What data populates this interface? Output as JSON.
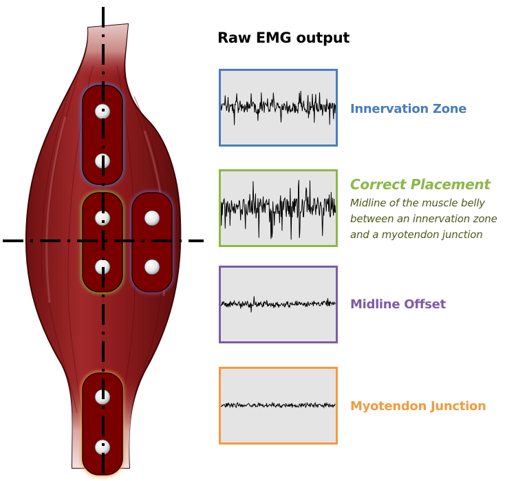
{
  "heading": "Raw EMG output",
  "colors": {
    "innervation": "#4a7cc0",
    "correct": "#8bb847",
    "offset": "#7d5ba6",
    "myotendon": "#f29b3e",
    "muscle": "#8b1a1a",
    "electrode_pad": "#7a0000",
    "signal_bg": "#e4e4e4",
    "desc_text": "#4d5a1c"
  },
  "placements": [
    {
      "id": "innervation",
      "label": "Innervation Zone",
      "italic": false,
      "signal_amplitude": 0.55,
      "spike_frequency": "moderate"
    },
    {
      "id": "correct",
      "label": "Correct Placement",
      "italic": true,
      "description": [
        "Midline of the muscle belly",
        "between an innervation zone",
        "and a myotendon junction"
      ],
      "signal_amplitude": 1.0,
      "spike_frequency": "high"
    },
    {
      "id": "offset",
      "label": "Midline Offset",
      "italic": false,
      "signal_amplitude": 0.25,
      "spike_frequency": "low"
    },
    {
      "id": "myotendon",
      "label": "Myotendon Junction",
      "italic": false,
      "signal_amplitude": 0.1,
      "spike_frequency": "very-low"
    }
  ],
  "icons": {
    "electrode": "electrode-pad-icon",
    "muscle": "muscle-illustration",
    "axis": "dash-dot-axis-line"
  }
}
